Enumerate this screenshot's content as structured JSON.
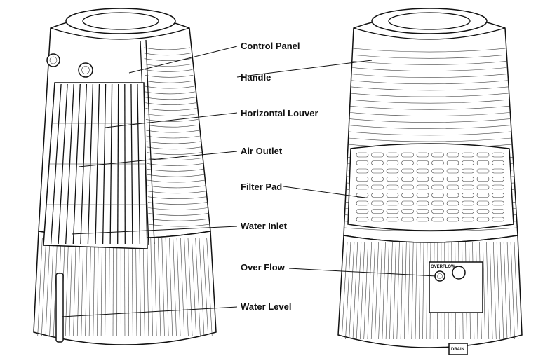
{
  "labels": {
    "control_panel": "Control Panel",
    "handle": "Handle",
    "horizontal_louver": "Horizontal Louver",
    "air_outlet": "Air Outlet",
    "filter_pad": "Filter Pad",
    "water_inlet": "Water Inlet",
    "over_flow": "Over Flow",
    "water_level": "Water Level"
  },
  "markings": {
    "overflow": "OVERFLOW",
    "drain": "DRAIN"
  }
}
